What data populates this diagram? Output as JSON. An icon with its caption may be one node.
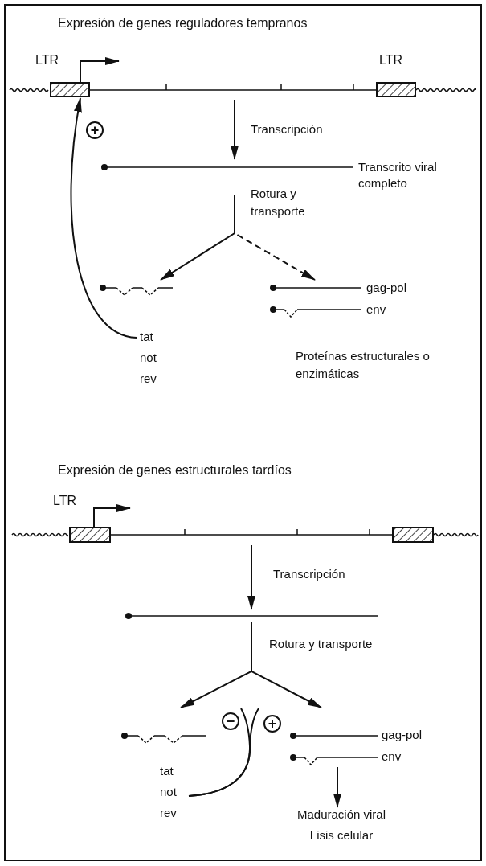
{
  "diagram": {
    "nodes": [
      {
        "text": [],
        "shape": "bar"
      },
      {
        "text": [
          "LTR"
        ],
        "in": 0
      },
      {
        "text": [
          "LTR"
        ],
        "in": 0
      },
      {
        "text": [],
        "shape": "bar",
        "beside": [
          "Transcrito viral completo"
        ]
      },
      {
        "text": [],
        "shape": "bar"
      },
      {
        "text": [
          "tat",
          "not",
          "rev"
        ]
      },
      {
        "text": [],
        "shape": "bar",
        "beside": [
          "gag-pol"
        ]
      },
      {
        "text": [],
        "shape": "bar",
        "beside": [
          "env"
        ]
      },
      {
        "text": [],
        "shape": "bar"
      },
      {
        "text": [
          "LTR"
        ],
        "in": 8
      },
      {
        "text": [],
        "shape": "box",
        "in": 8
      },
      {
        "text": [],
        "shape": "bar"
      },
      {
        "text": [],
        "shape": "bar"
      },
      {
        "text": [
          "tat",
          "not",
          "rev"
        ]
      },
      {
        "text": [],
        "shape": "bar",
        "beside": [
          "gag-pol"
        ]
      },
      {
        "text": [],
        "shape": "bar",
        "beside": [
          "env"
        ]
      },
      {
        "text": [
          "Maduración viral",
          "Lisis celular"
        ]
      }
    ],
    "edges": [
      {
        "from": 0,
        "to": 3,
        "arrow": "to",
        "label": "Transcripción"
      },
      {
        "from": 3,
        "to": 4,
        "arrow": "to",
        "label": "Rotura y transporte"
      },
      {
        "from": 3,
        "to": 6,
        "arrow": "to",
        "style": "dashed"
      },
      {
        "from": 5,
        "to": 1,
        "arrow": "to",
        "label": "+"
      },
      {
        "from": 8,
        "to": 11,
        "arrow": "to",
        "label": "Transcripción"
      },
      {
        "from": 11,
        "to": 12,
        "arrow": "to",
        "label": "Rotura y transporte"
      },
      {
        "from": 11,
        "to": 14,
        "arrow": "to"
      },
      {
        "from": 13,
        "to": 12,
        "arrow": "none",
        "label": "−"
      },
      {
        "from": 13,
        "to": 14,
        "arrow": "none",
        "label": "+"
      },
      {
        "from": 15,
        "to": 16,
        "arrow": "to"
      }
    ],
    "labels": [
      "Expresión de genes reguladores tempranos",
      "Proteínas estructurales o enzimáticas",
      "Expresión de genes estructurales tardíos"
    ]
  }
}
